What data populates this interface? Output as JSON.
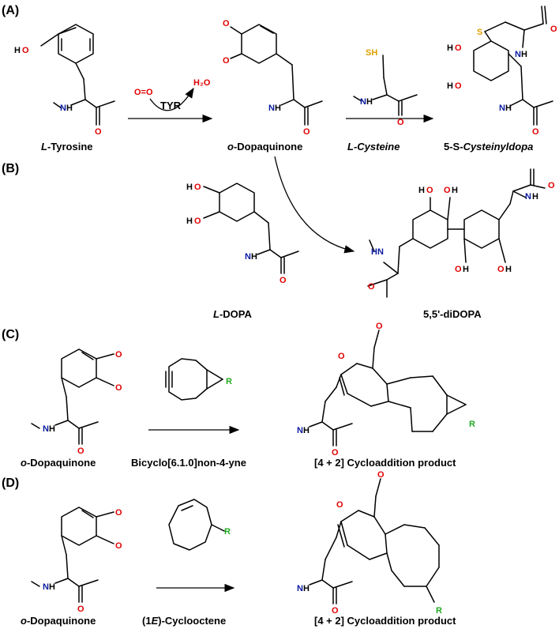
{
  "panels": {
    "a": "(A)",
    "b": "(B)",
    "c": "(C)",
    "d": "(D)"
  },
  "labels": {
    "tyrosine_prefix": "L",
    "tyrosine_suffix": "-Tyrosine",
    "dopaquinone_prefix": "o",
    "dopaquinone_suffix": "-Dopaquinone",
    "cysteine": "L-Cysteine",
    "cysteinyldopa_prefix": "5-S-",
    "cysteinyldopa_suffix": "Cysteinyldopa",
    "dopa_prefix": "L",
    "dopa_suffix": "-DOPA",
    "didopa": "5,5'-diDOPA",
    "bicyclo": "Bicyclo[6.1.0]non-4-yne",
    "cyclooctene_prefix": "(1",
    "cyclooctene_e": "E",
    "cyclooctene_suffix": ")-Cyclooctene",
    "product_c": "[4 + 2] Cycloaddition product",
    "product_d": "[4 + 2] Cycloaddition product"
  },
  "reagents": {
    "enzyme": "TYR",
    "water": "H₂O",
    "oxygen": "O=O"
  },
  "atoms": {
    "O": "O",
    "N": "N",
    "H": "H",
    "S": "S",
    "R": "R",
    "HO": "HO",
    "OH": "OH",
    "NH": "NH",
    "SH": "SH"
  },
  "colors": {
    "oxygen": "#e00000",
    "nitrogen": "#0a1aa0",
    "sulfur": "#e0a000",
    "r_group": "#22aa22"
  }
}
